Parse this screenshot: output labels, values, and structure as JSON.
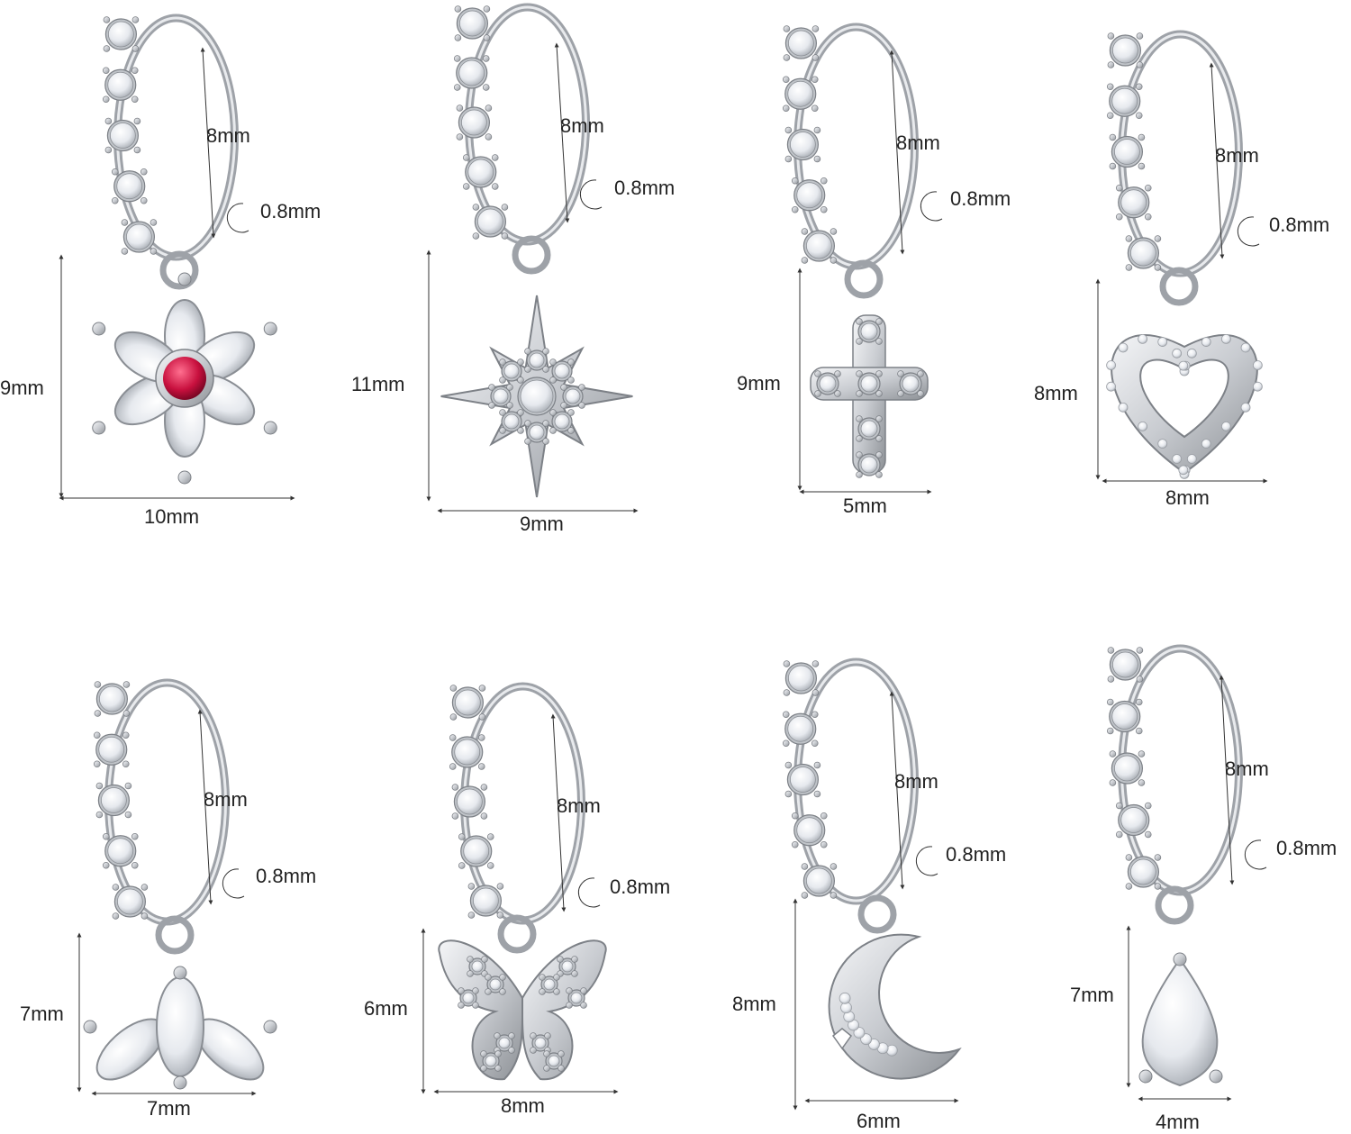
{
  "items": [
    {
      "name": "flower",
      "ring_inner": "8mm",
      "ring_gauge": "0.8mm",
      "charm_height": "9mm",
      "charm_width": "10mm",
      "gem_color": "#c8103e"
    },
    {
      "name": "star",
      "ring_inner": "8mm",
      "ring_gauge": "0.8mm",
      "charm_height": "11mm",
      "charm_width": "9mm"
    },
    {
      "name": "cross",
      "ring_inner": "8mm",
      "ring_gauge": "0.8mm",
      "charm_height": "9mm",
      "charm_width": "5mm"
    },
    {
      "name": "heart",
      "ring_inner": "8mm",
      "ring_gauge": "0.8mm",
      "charm_height": "8mm",
      "charm_width": "8mm"
    },
    {
      "name": "lotus",
      "ring_inner": "8mm",
      "ring_gauge": "0.8mm",
      "charm_height": "7mm",
      "charm_width": "7mm"
    },
    {
      "name": "butterfly",
      "ring_inner": "8mm",
      "ring_gauge": "0.8mm",
      "charm_height": "6mm",
      "charm_width": "8mm"
    },
    {
      "name": "moon",
      "ring_inner": "8mm",
      "ring_gauge": "0.8mm",
      "charm_height": "8mm",
      "charm_width": "6mm"
    },
    {
      "name": "teardrop",
      "ring_inner": "8mm",
      "ring_gauge": "0.8mm",
      "charm_height": "7mm",
      "charm_width": "4mm"
    }
  ],
  "colors": {
    "metal": "#c9ccd1",
    "metal_dark": "#8d9196",
    "gem": "#f2f4f7",
    "line": "#333333"
  }
}
